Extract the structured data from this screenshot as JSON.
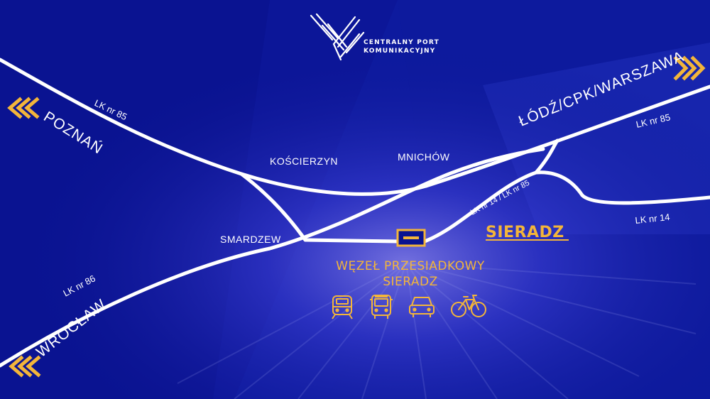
{
  "logo": {
    "line1": "CENTRALNY PORT",
    "line2": "KOMUNIKACYJNY"
  },
  "destinations": {
    "poznan": "POZNAŃ",
    "lodz": "ŁÓDŹ/CPK/WARSZAWA",
    "wroclaw": "WROCŁAW"
  },
  "lines": {
    "lk85_west": "LK nr 85",
    "lk85_east": "LK nr 85",
    "lk86": "LK nr 86",
    "lk14": "LK nr 14",
    "lk14_85": "LK nr 14 / LK nr 85"
  },
  "places": {
    "koscierzyn": "KOŚCIERZYN",
    "mnichow": "MNICHÓW",
    "smardzew": "SMARDZEW"
  },
  "city": "SIERADZ",
  "hub": {
    "line1": "WĘZEŁ PRZESIADKOWY",
    "line2": "SIERADZ"
  },
  "transport_icons": [
    "train-icon",
    "bus-icon",
    "car-icon",
    "bicycle-icon"
  ],
  "colors": {
    "background": "#0a1391",
    "accent": "#f3b53a",
    "line": "#ffffff"
  }
}
